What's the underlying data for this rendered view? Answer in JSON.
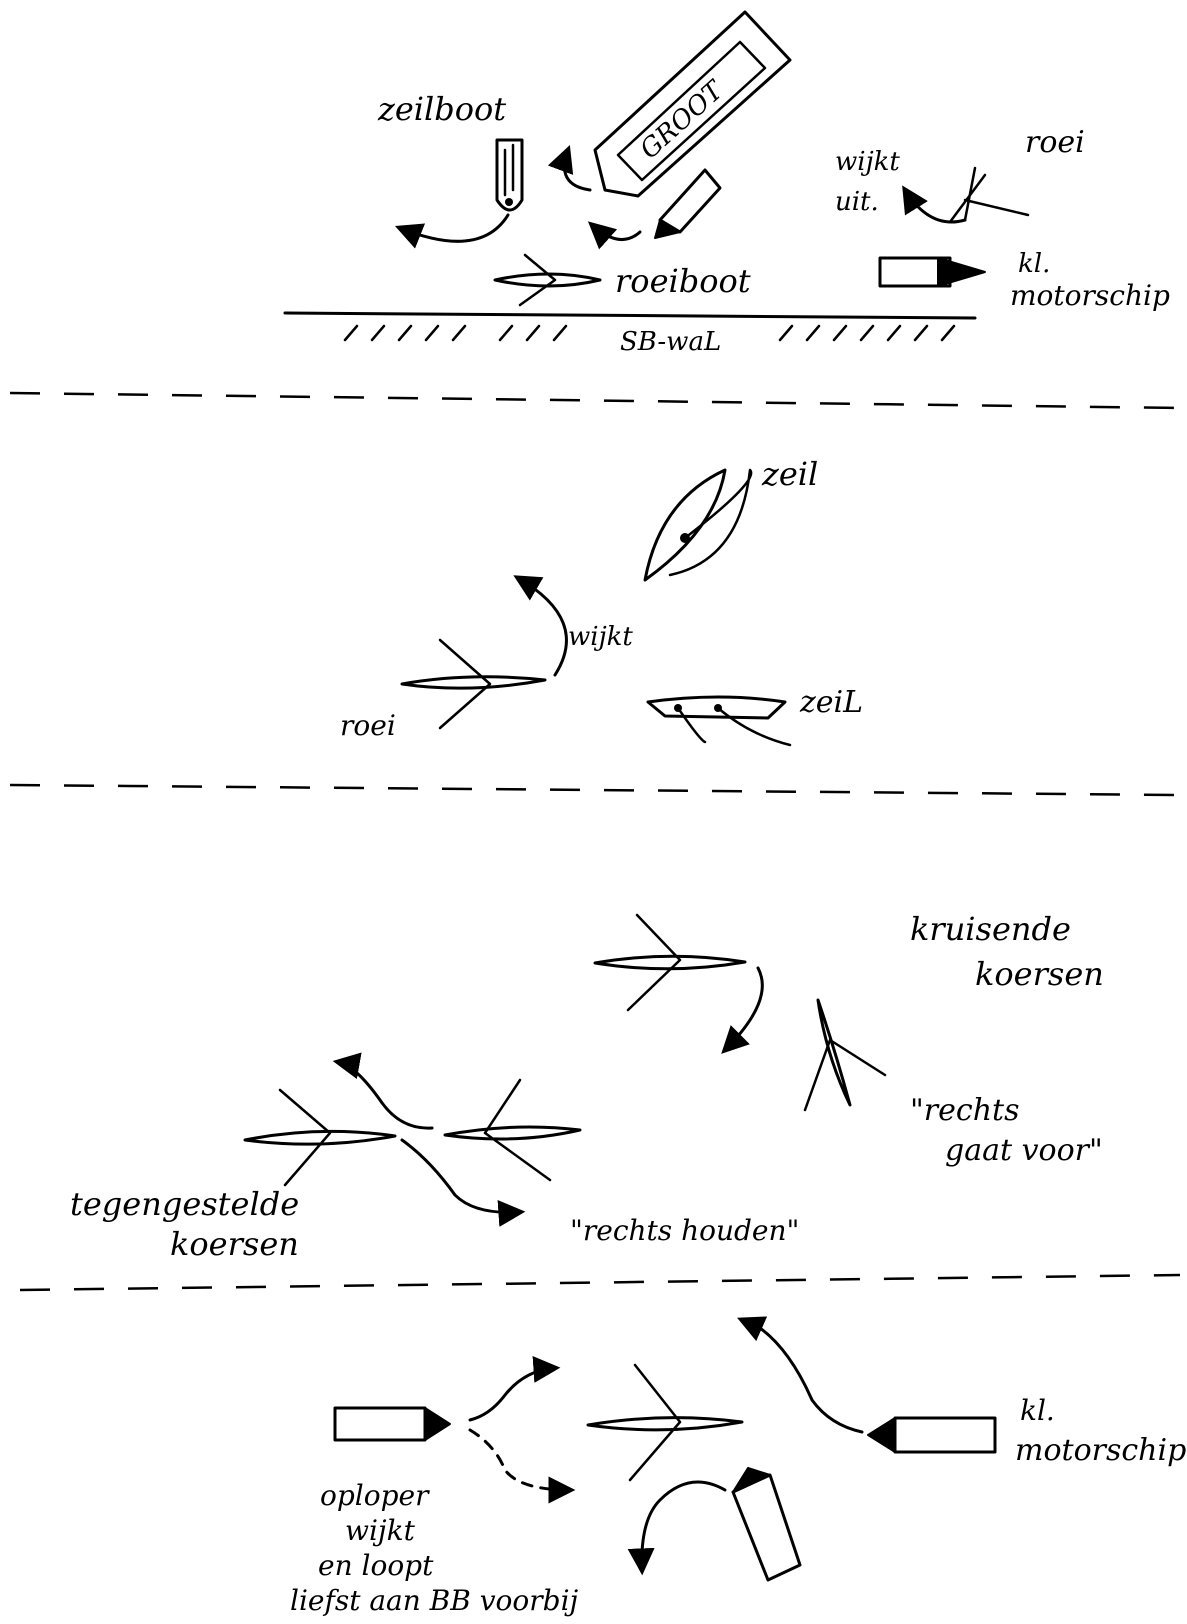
{
  "panel1": {
    "sailboat_label": "zeilboot",
    "big_ship_label": "GROOT",
    "rowboat_label": "roeiboot",
    "rowing_label": "roei",
    "gives_way_label_1": "wijkt",
    "gives_way_label_2": "uit.",
    "small_motor_label_1": "kl.",
    "small_motor_label_2": "motorschip",
    "bank_label": "SB-waL"
  },
  "panel2": {
    "sail_top_label": "zeil",
    "gives_way_label": "wijkt",
    "rowing_label": "roei",
    "sail_bottom_label": "zeiL"
  },
  "panel3": {
    "crossing_label_1": "kruisende",
    "crossing_label_2": "koersen",
    "right_first_label_1": "\"rechts",
    "right_first_label_2": "gaat voor\"",
    "opposite_label_1": "tegengestelde",
    "opposite_label_2": "koersen",
    "keep_right_label": "\"rechts houden\""
  },
  "panel4": {
    "small_motor_label_1": "kl.",
    "small_motor_label_2": "motorschip",
    "overtaker_line_1": "oploper",
    "overtaker_line_2": "wijkt",
    "overtaker_line_3": "en loopt",
    "overtaker_line_4": "liefst aan BB voorbij"
  }
}
